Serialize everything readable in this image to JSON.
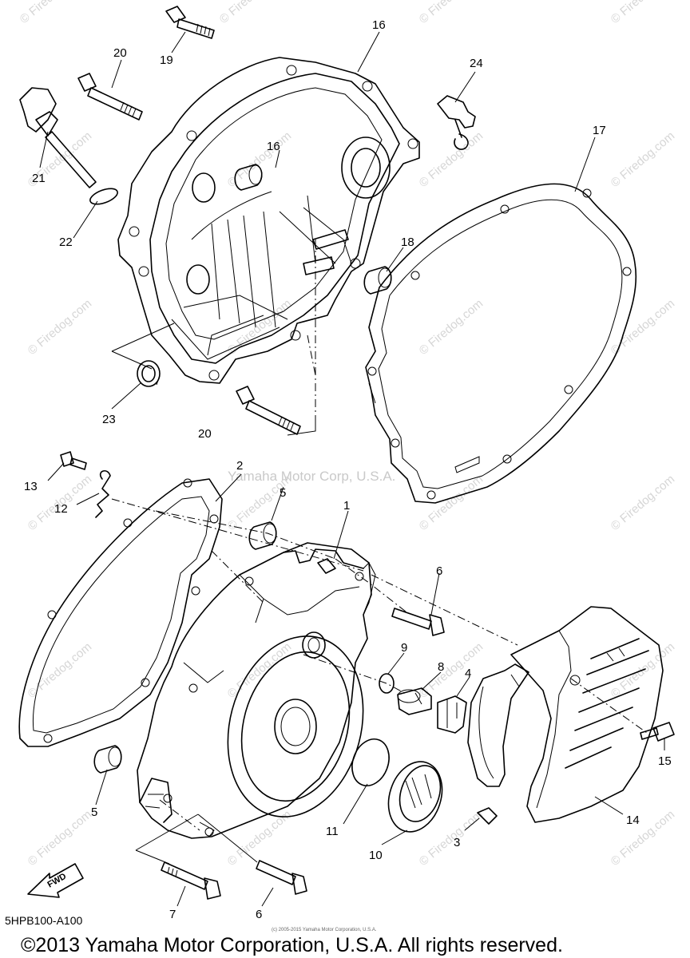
{
  "diagram": {
    "part_labels": [
      "1",
      "2",
      "3",
      "4",
      "5",
      "6",
      "7",
      "8",
      "9",
      "10",
      "11",
      "12",
      "13",
      "14",
      "15",
      "16",
      "17",
      "18",
      "19",
      "20",
      "21",
      "22",
      "23",
      "24"
    ],
    "watermark": "© Firedog.com",
    "center_watermark": "Yamaha Motor Corp, U.S.A.",
    "direction_arrow": "FWD",
    "diagram_code": "5HPB100-A100",
    "small_print": "(c) 2005-2015 Yamaha Motor Corporation, U.S.A.",
    "copyright": "©2013 Yamaha Motor Corporation, U.S.A. All rights reserved."
  }
}
